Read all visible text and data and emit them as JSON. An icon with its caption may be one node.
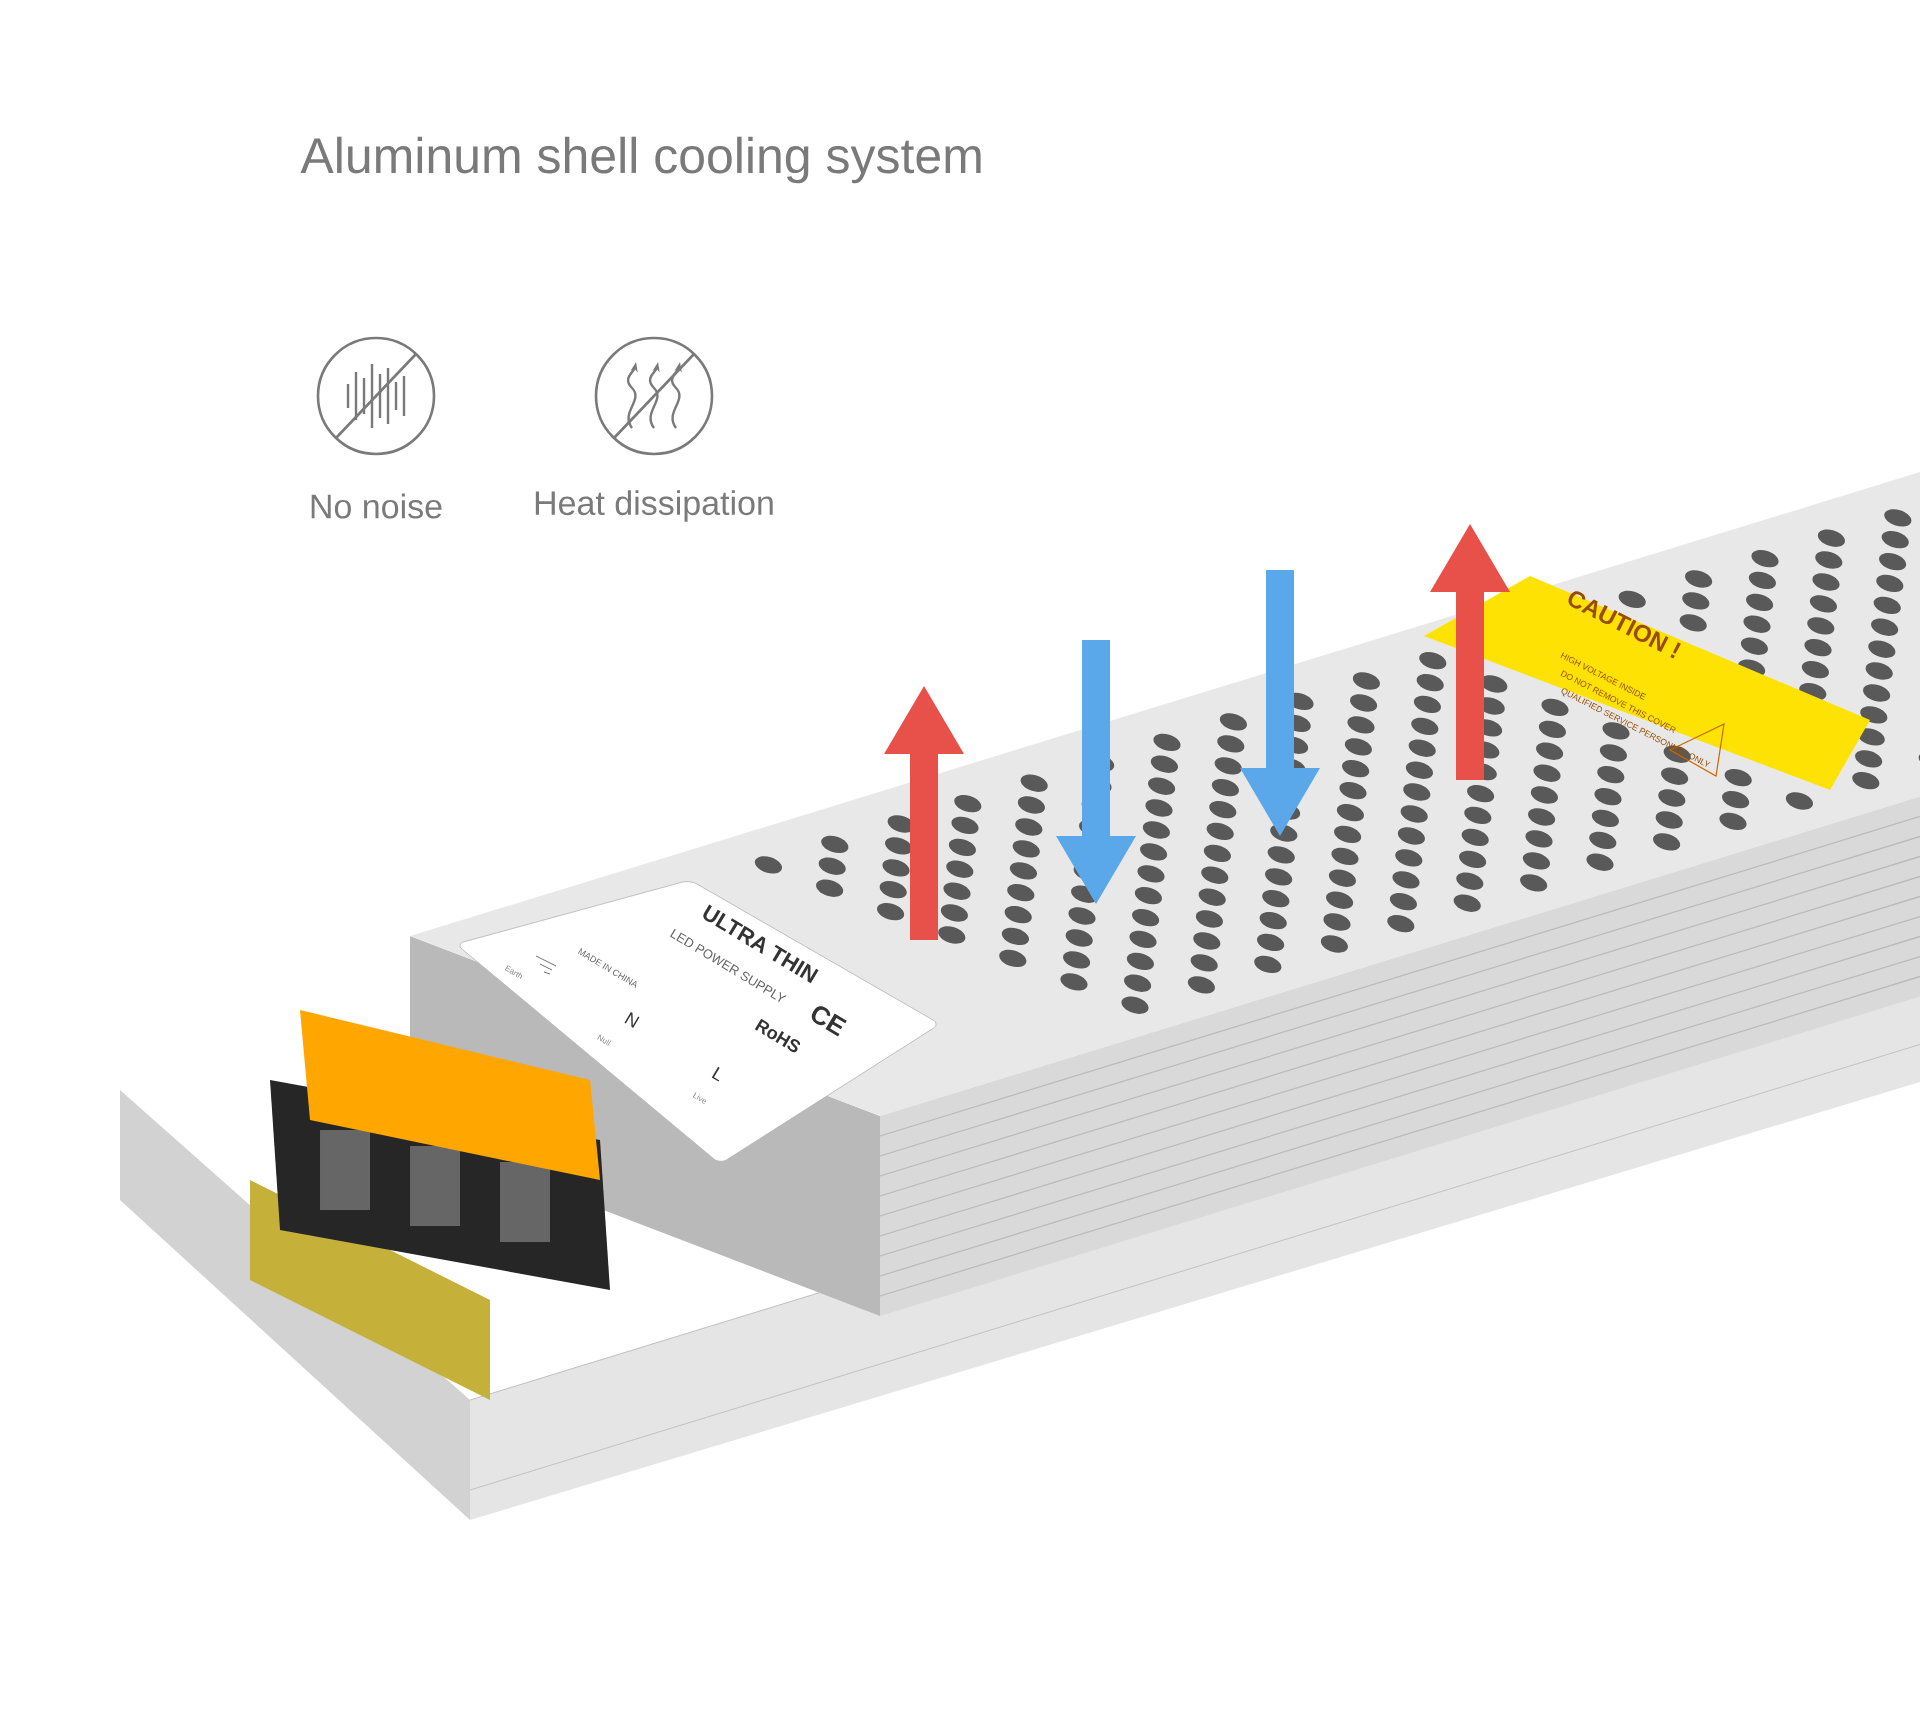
{
  "diagram": {
    "title": "Aluminum shell cooling system",
    "labels": [
      "No noise",
      "Heat dissipation",
      "ULTRA THIN",
      "LED POWER SUPPLY",
      "MADE IN CHINA",
      "Earth",
      "N",
      "Null",
      "L",
      "Live",
      "CE",
      "RoHS",
      "CAUTION !",
      "HIGH VOLTAGE INSIDE",
      "DO NOT REMOVE THIS COVER",
      "QUALIFIED SERVICE PERSONNEL ONLY"
    ]
  }
}
